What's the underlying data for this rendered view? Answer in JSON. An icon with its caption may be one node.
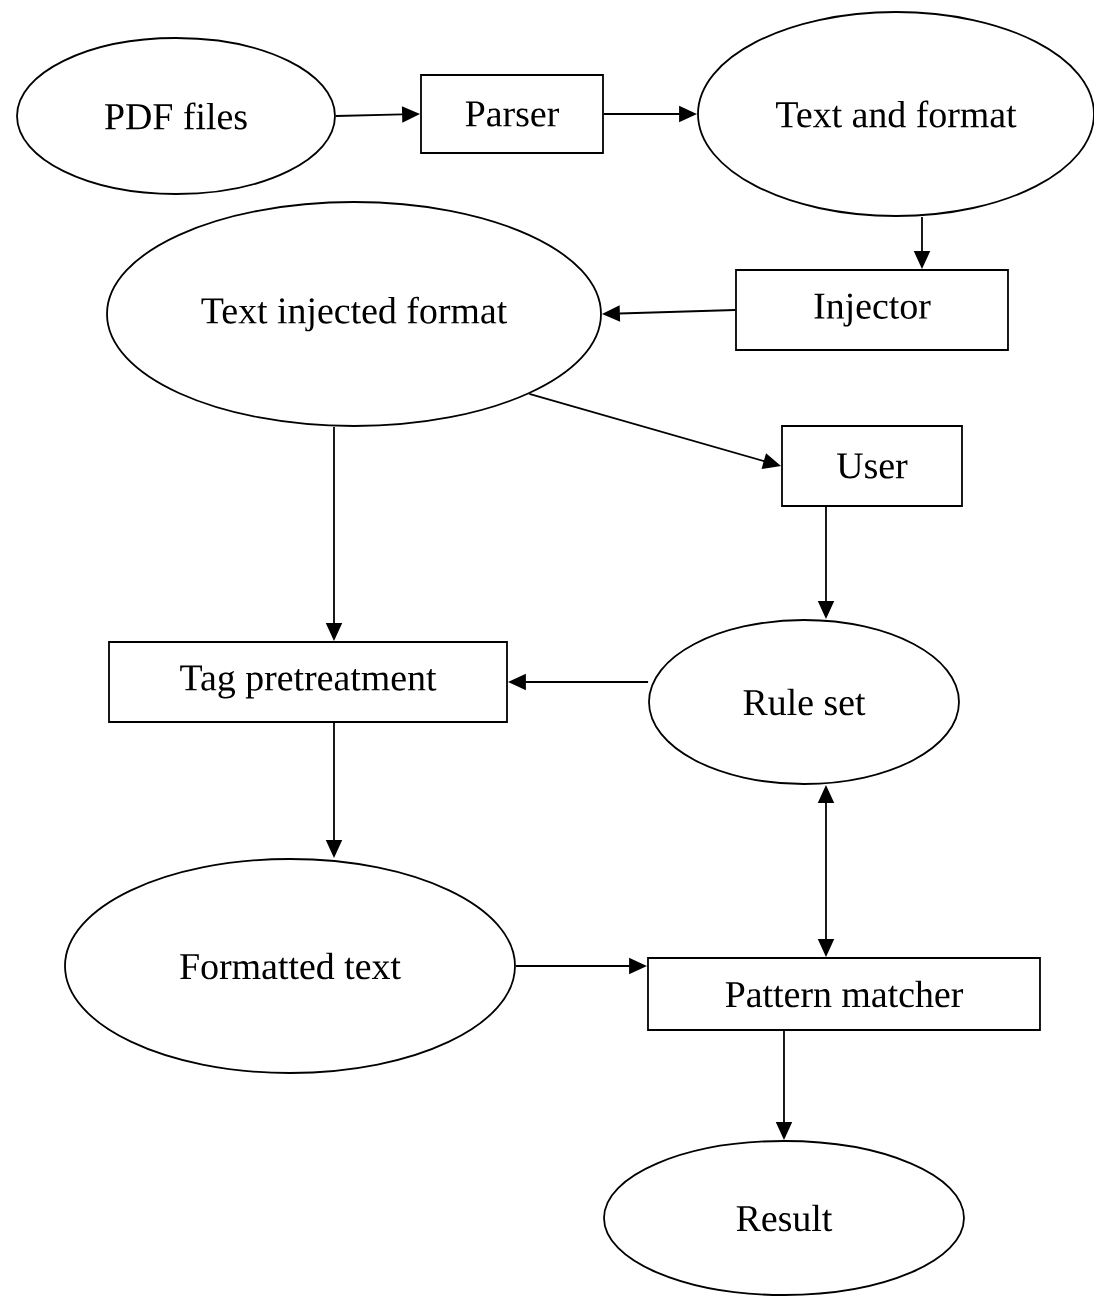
{
  "diagram": {
    "nodes": [
      {
        "text": [
          "PDF files"
        ]
      },
      {
        "text": [
          "Parser"
        ]
      },
      {
        "text": [
          "Text and format"
        ]
      },
      {
        "text": [
          "Injector"
        ]
      },
      {
        "text": [
          "Text injected format"
        ]
      },
      {
        "text": [
          "User"
        ]
      },
      {
        "text": [
          "Tag pretreatment"
        ]
      },
      {
        "text": [
          "Rule set"
        ]
      },
      {
        "text": [
          "Formatted text"
        ]
      },
      {
        "text": [
          "Pattern matcher"
        ]
      },
      {
        "text": [
          "Result"
        ]
      }
    ],
    "edges": [
      {
        "from": 0,
        "to": 1,
        "arrow": "to"
      },
      {
        "from": 1,
        "to": 2,
        "arrow": "to"
      },
      {
        "from": 2,
        "to": 3,
        "arrow": "to"
      },
      {
        "from": 3,
        "to": 4,
        "arrow": "to"
      },
      {
        "from": 4,
        "to": 5,
        "arrow": "to"
      },
      {
        "from": 4,
        "to": 6,
        "arrow": "to"
      },
      {
        "from": 5,
        "to": 7,
        "arrow": "to"
      },
      {
        "from": 7,
        "to": 6,
        "arrow": "to"
      },
      {
        "from": 6,
        "to": 8,
        "arrow": "to"
      },
      {
        "from": 7,
        "to": 9,
        "arrow": "both"
      },
      {
        "from": 8,
        "to": 9,
        "arrow": "to"
      },
      {
        "from": 9,
        "to": 10,
        "arrow": "to"
      }
    ]
  }
}
